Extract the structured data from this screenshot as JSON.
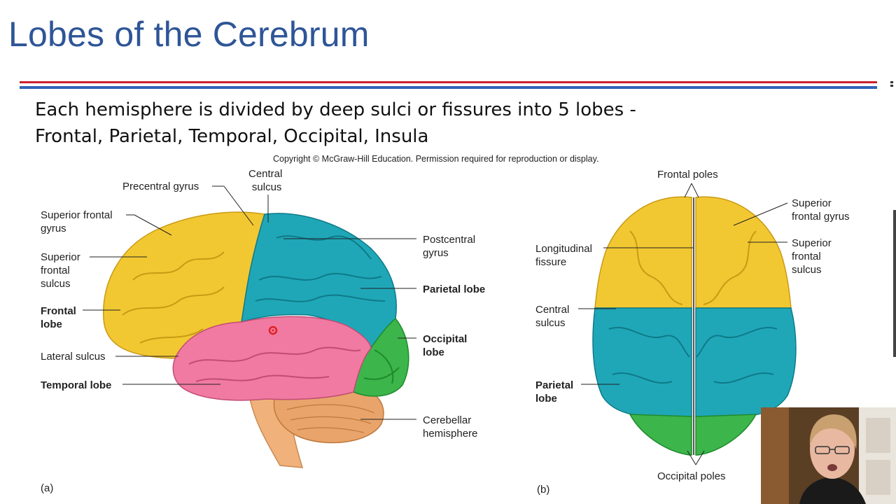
{
  "slide": {
    "title": "Lobes of the Cerebrum",
    "subtitle_line1": "Each hemisphere is divided by deep sulci or fissures into 5 lobes -",
    "subtitle_line2": "Frontal, Parietal, Temporal, Occipital, Insula",
    "copyright": "Copyright © McGraw-Hill Education. Permission required for reproduction or display."
  },
  "figure_a": {
    "panel": "(a)",
    "labels": {
      "precentral_gyrus": "Precentral gyrus",
      "central_sulcus_1": "Central",
      "central_sulcus_2": "sulcus",
      "superior_frontal_gyrus_1": "Superior frontal",
      "superior_frontal_gyrus_2": "gyrus",
      "superior_frontal_sulcus_1": "Superior",
      "superior_frontal_sulcus_2": "frontal",
      "superior_frontal_sulcus_3": "sulcus",
      "frontal_lobe_1": "Frontal",
      "frontal_lobe_2": "lobe",
      "lateral_sulcus": "Lateral sulcus",
      "temporal_lobe": "Temporal lobe",
      "postcentral_gyrus_1": "Postcentral",
      "postcentral_gyrus_2": "gyrus",
      "parietal_lobe": "Parietal lobe",
      "occipital_lobe_1": "Occipital",
      "occipital_lobe_2": "lobe",
      "cerebellar_hemisphere_1": "Cerebellar",
      "cerebellar_hemisphere_2": "hemisphere"
    }
  },
  "figure_b": {
    "panel": "(b)",
    "labels": {
      "frontal_poles": "Frontal poles",
      "superior_frontal_gyrus_1": "Superior",
      "superior_frontal_gyrus_2": "frontal gyrus",
      "superior_frontal_sulcus_1": "Superior",
      "superior_frontal_sulcus_2": "frontal",
      "superior_frontal_sulcus_3": "sulcus",
      "longitudinal_fissure_1": "Longitudinal",
      "longitudinal_fissure_2": "fissure",
      "central_sulcus_1": "Central",
      "central_sulcus_2": "sulcus",
      "parietal_lobe_1": "Parietal",
      "parietal_lobe_2": "lobe",
      "occipital_poles": "Occipital poles"
    }
  },
  "colors": {
    "title": "#2e5597",
    "rule_red": "#c8202f",
    "rule_blue": "#2f63b7",
    "frontal": "#f2c832",
    "parietal": "#1fa7b8",
    "temporal": "#f07aa2",
    "occipital": "#3cb54a",
    "cerebellum": "#e8a46a"
  }
}
